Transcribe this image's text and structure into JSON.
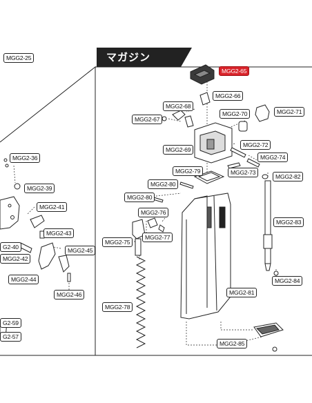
{
  "section_title": "マガジン",
  "highlight_color": "#d9232a",
  "labels": [
    {
      "id": "mgg2-25",
      "text": "MGG2-25"
    },
    {
      "id": "mgg2-36",
      "text": "MGG2-36"
    },
    {
      "id": "mgg2-39",
      "text": "MGG2-39"
    },
    {
      "id": "mgg2-41",
      "text": "MGG2-41"
    },
    {
      "id": "mgg2-43",
      "text": "MGG2-43"
    },
    {
      "id": "mgg2-40",
      "text": "G2-40"
    },
    {
      "id": "mgg2-42",
      "text": "MGG2-42"
    },
    {
      "id": "mgg2-45",
      "text": "MGG2-45"
    },
    {
      "id": "mgg2-44",
      "text": "MGG2-44"
    },
    {
      "id": "mgg2-46",
      "text": "MGG2-46"
    },
    {
      "id": "mgg2-59",
      "text": "G2-59"
    },
    {
      "id": "mgg2-57",
      "text": "G2-57"
    },
    {
      "id": "mgg2-65",
      "text": "MGG2-65",
      "highlight": true
    },
    {
      "id": "mgg2-66",
      "text": "MGG2-66"
    },
    {
      "id": "mgg2-68",
      "text": "MGG2-68"
    },
    {
      "id": "mgg2-67",
      "text": "MGG2-67"
    },
    {
      "id": "mgg2-70",
      "text": "MGG2-70"
    },
    {
      "id": "mgg2-71",
      "text": "MGG2-71"
    },
    {
      "id": "mgg2-69",
      "text": "MGG2-69"
    },
    {
      "id": "mgg2-72",
      "text": "MGG2-72"
    },
    {
      "id": "mgg2-74",
      "text": "MGG2-74"
    },
    {
      "id": "mgg2-79",
      "text": "MGG2-79"
    },
    {
      "id": "mgg2-73",
      "text": "MGG2-73"
    },
    {
      "id": "mgg2-82",
      "text": "MGG2-82"
    },
    {
      "id": "mgg2-80",
      "text": "MGG2-80"
    },
    {
      "id": "mgg2-80b",
      "text": "MGG2-80"
    },
    {
      "id": "mgg2-76",
      "text": "MGG2-76"
    },
    {
      "id": "mgg2-83",
      "text": "MGG2-83"
    },
    {
      "id": "mgg2-75",
      "text": "MGG2-75"
    },
    {
      "id": "mgg2-77",
      "text": "MGG2-77"
    },
    {
      "id": "mgg2-84",
      "text": "MGG2-84"
    },
    {
      "id": "mgg2-81",
      "text": "MGG2-81"
    },
    {
      "id": "mgg2-78",
      "text": "MGG2-78"
    },
    {
      "id": "mgg2-85",
      "text": "MGG2-85"
    }
  ]
}
